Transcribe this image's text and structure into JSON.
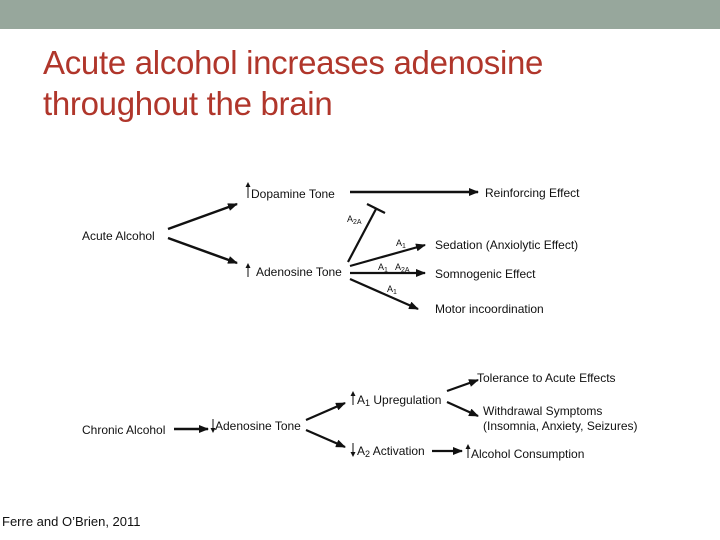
{
  "slide": {
    "title_line1": "Acute alcohol increases adenosine",
    "title_line2": "throughout the brain",
    "citation": "Ferre and O’Brien, 2011",
    "colors": {
      "band": "#97a79c",
      "title": "#b0362b",
      "ink": "#111111"
    }
  },
  "acute": {
    "source": "Acute Alcohol",
    "dopamine": "Dopamine Tone",
    "adenosine": "Adenosine Tone",
    "reinforcing": "Reinforcing Effect",
    "sedation": "Sedation (Anxiolytic Effect)",
    "somnogenic": "Somnogenic Effect",
    "motor": "Motor incoordination",
    "label_a2a_inhib": {
      "base": "A",
      "sub": "2A"
    },
    "label_sedation": {
      "base": "A",
      "sub": "1"
    },
    "label_somno_a1": {
      "base": "A",
      "sub": "1"
    },
    "label_somno_a2a": {
      "base": "A",
      "sub": "2A"
    },
    "label_motor": {
      "base": "A",
      "sub": "1"
    }
  },
  "chronic": {
    "source": "Chronic Alcohol",
    "adenosine": "Adenosine Tone",
    "upreg": {
      "base": "A",
      "sub": "1",
      "rest": " Upregulation"
    },
    "activation": {
      "base": "A",
      "sub": "2",
      "rest": " Activation"
    },
    "tolerance": "Tolerance to Acute Effects",
    "withdrawal_line1": "Withdrawal Symptoms",
    "withdrawal_line2": "(Insomnia, Anxiety, Seizures)",
    "consumption": "Alcohol Consumption"
  }
}
